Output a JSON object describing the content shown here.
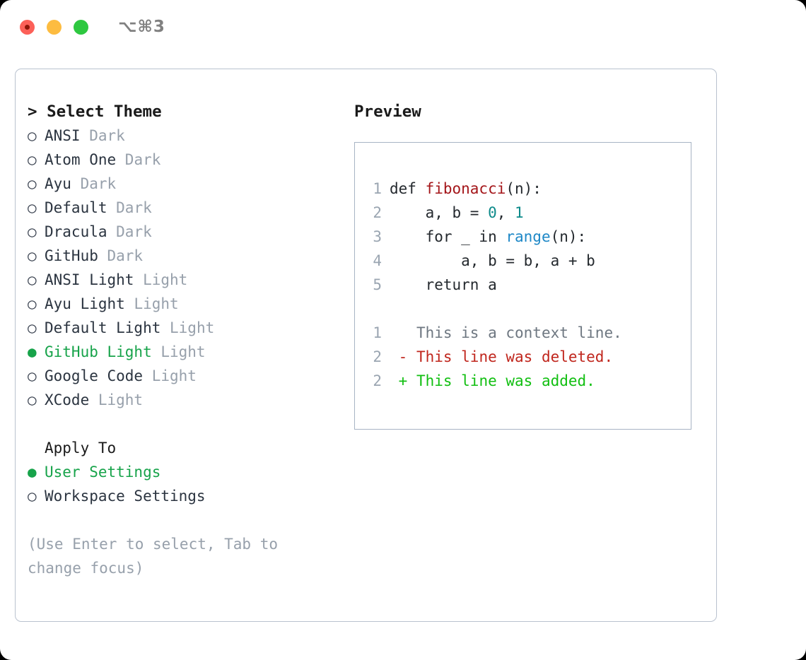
{
  "window": {
    "shortcut": "⌥⌘3",
    "traffic_lights": [
      "close-red",
      "minimize-yellow",
      "zoom-green"
    ]
  },
  "theme_picker": {
    "title": "> Select Theme",
    "marker_unselected": "○",
    "marker_selected": "●",
    "items": [
      {
        "name": "ANSI",
        "suffix": "Dark",
        "selected": false
      },
      {
        "name": "Atom One",
        "suffix": "Dark",
        "selected": false
      },
      {
        "name": "Ayu",
        "suffix": "Dark",
        "selected": false
      },
      {
        "name": "Default",
        "suffix": "Dark",
        "selected": false
      },
      {
        "name": "Dracula",
        "suffix": "Dark",
        "selected": false
      },
      {
        "name": "GitHub",
        "suffix": "Dark",
        "selected": false
      },
      {
        "name": "ANSI Light",
        "suffix": "Light",
        "selected": false
      },
      {
        "name": "Ayu Light",
        "suffix": "Light",
        "selected": false
      },
      {
        "name": "Default Light",
        "suffix": "Light",
        "selected": false
      },
      {
        "name": "GitHub Light",
        "suffix": "Light",
        "selected": true
      },
      {
        "name": "Google Code",
        "suffix": "Light",
        "selected": false
      },
      {
        "name": "XCode",
        "suffix": "Light",
        "selected": false
      }
    ]
  },
  "apply_to": {
    "header": "Apply To",
    "items": [
      {
        "name": "User Settings",
        "selected": true
      },
      {
        "name": "Workspace Settings",
        "selected": false
      }
    ]
  },
  "hint": "(Use Enter to select, Tab to change focus)",
  "preview": {
    "title": "Preview",
    "code_lines": [
      {
        "number": "1",
        "tokens": [
          {
            "text": "def ",
            "type": "plain"
          },
          {
            "text": "fibonacci",
            "type": "func"
          },
          {
            "text": "(n):",
            "type": "plain"
          }
        ]
      },
      {
        "number": "2",
        "tokens": [
          {
            "text": "    a, b = ",
            "type": "plain"
          },
          {
            "text": "0",
            "type": "num"
          },
          {
            "text": ", ",
            "type": "plain"
          },
          {
            "text": "1",
            "type": "num"
          }
        ]
      },
      {
        "number": "3",
        "tokens": [
          {
            "text": "    for _ in ",
            "type": "plain"
          },
          {
            "text": "range",
            "type": "builtin"
          },
          {
            "text": "(n):",
            "type": "plain"
          }
        ]
      },
      {
        "number": "4",
        "tokens": [
          {
            "text": "        a, b = b, a + b",
            "type": "plain"
          }
        ]
      },
      {
        "number": "5",
        "tokens": [
          {
            "text": "    return a",
            "type": "plain"
          }
        ]
      }
    ],
    "diff_lines": [
      {
        "number": "1",
        "sign": " ",
        "text": " This is a context line.",
        "type": "ctx"
      },
      {
        "number": "2",
        "sign": "-",
        "text": " This line was deleted.",
        "type": "del"
      },
      {
        "number": "2",
        "sign": "+",
        "text": " This line was added.",
        "type": "add"
      }
    ]
  },
  "colors": {
    "accent_green": "#17a34a",
    "diff_add": "#11bf11",
    "diff_delete": "#c0261d",
    "muted": "#97a0ab",
    "border": "#b9c2cf",
    "preview_border": "#a8b4c4"
  }
}
